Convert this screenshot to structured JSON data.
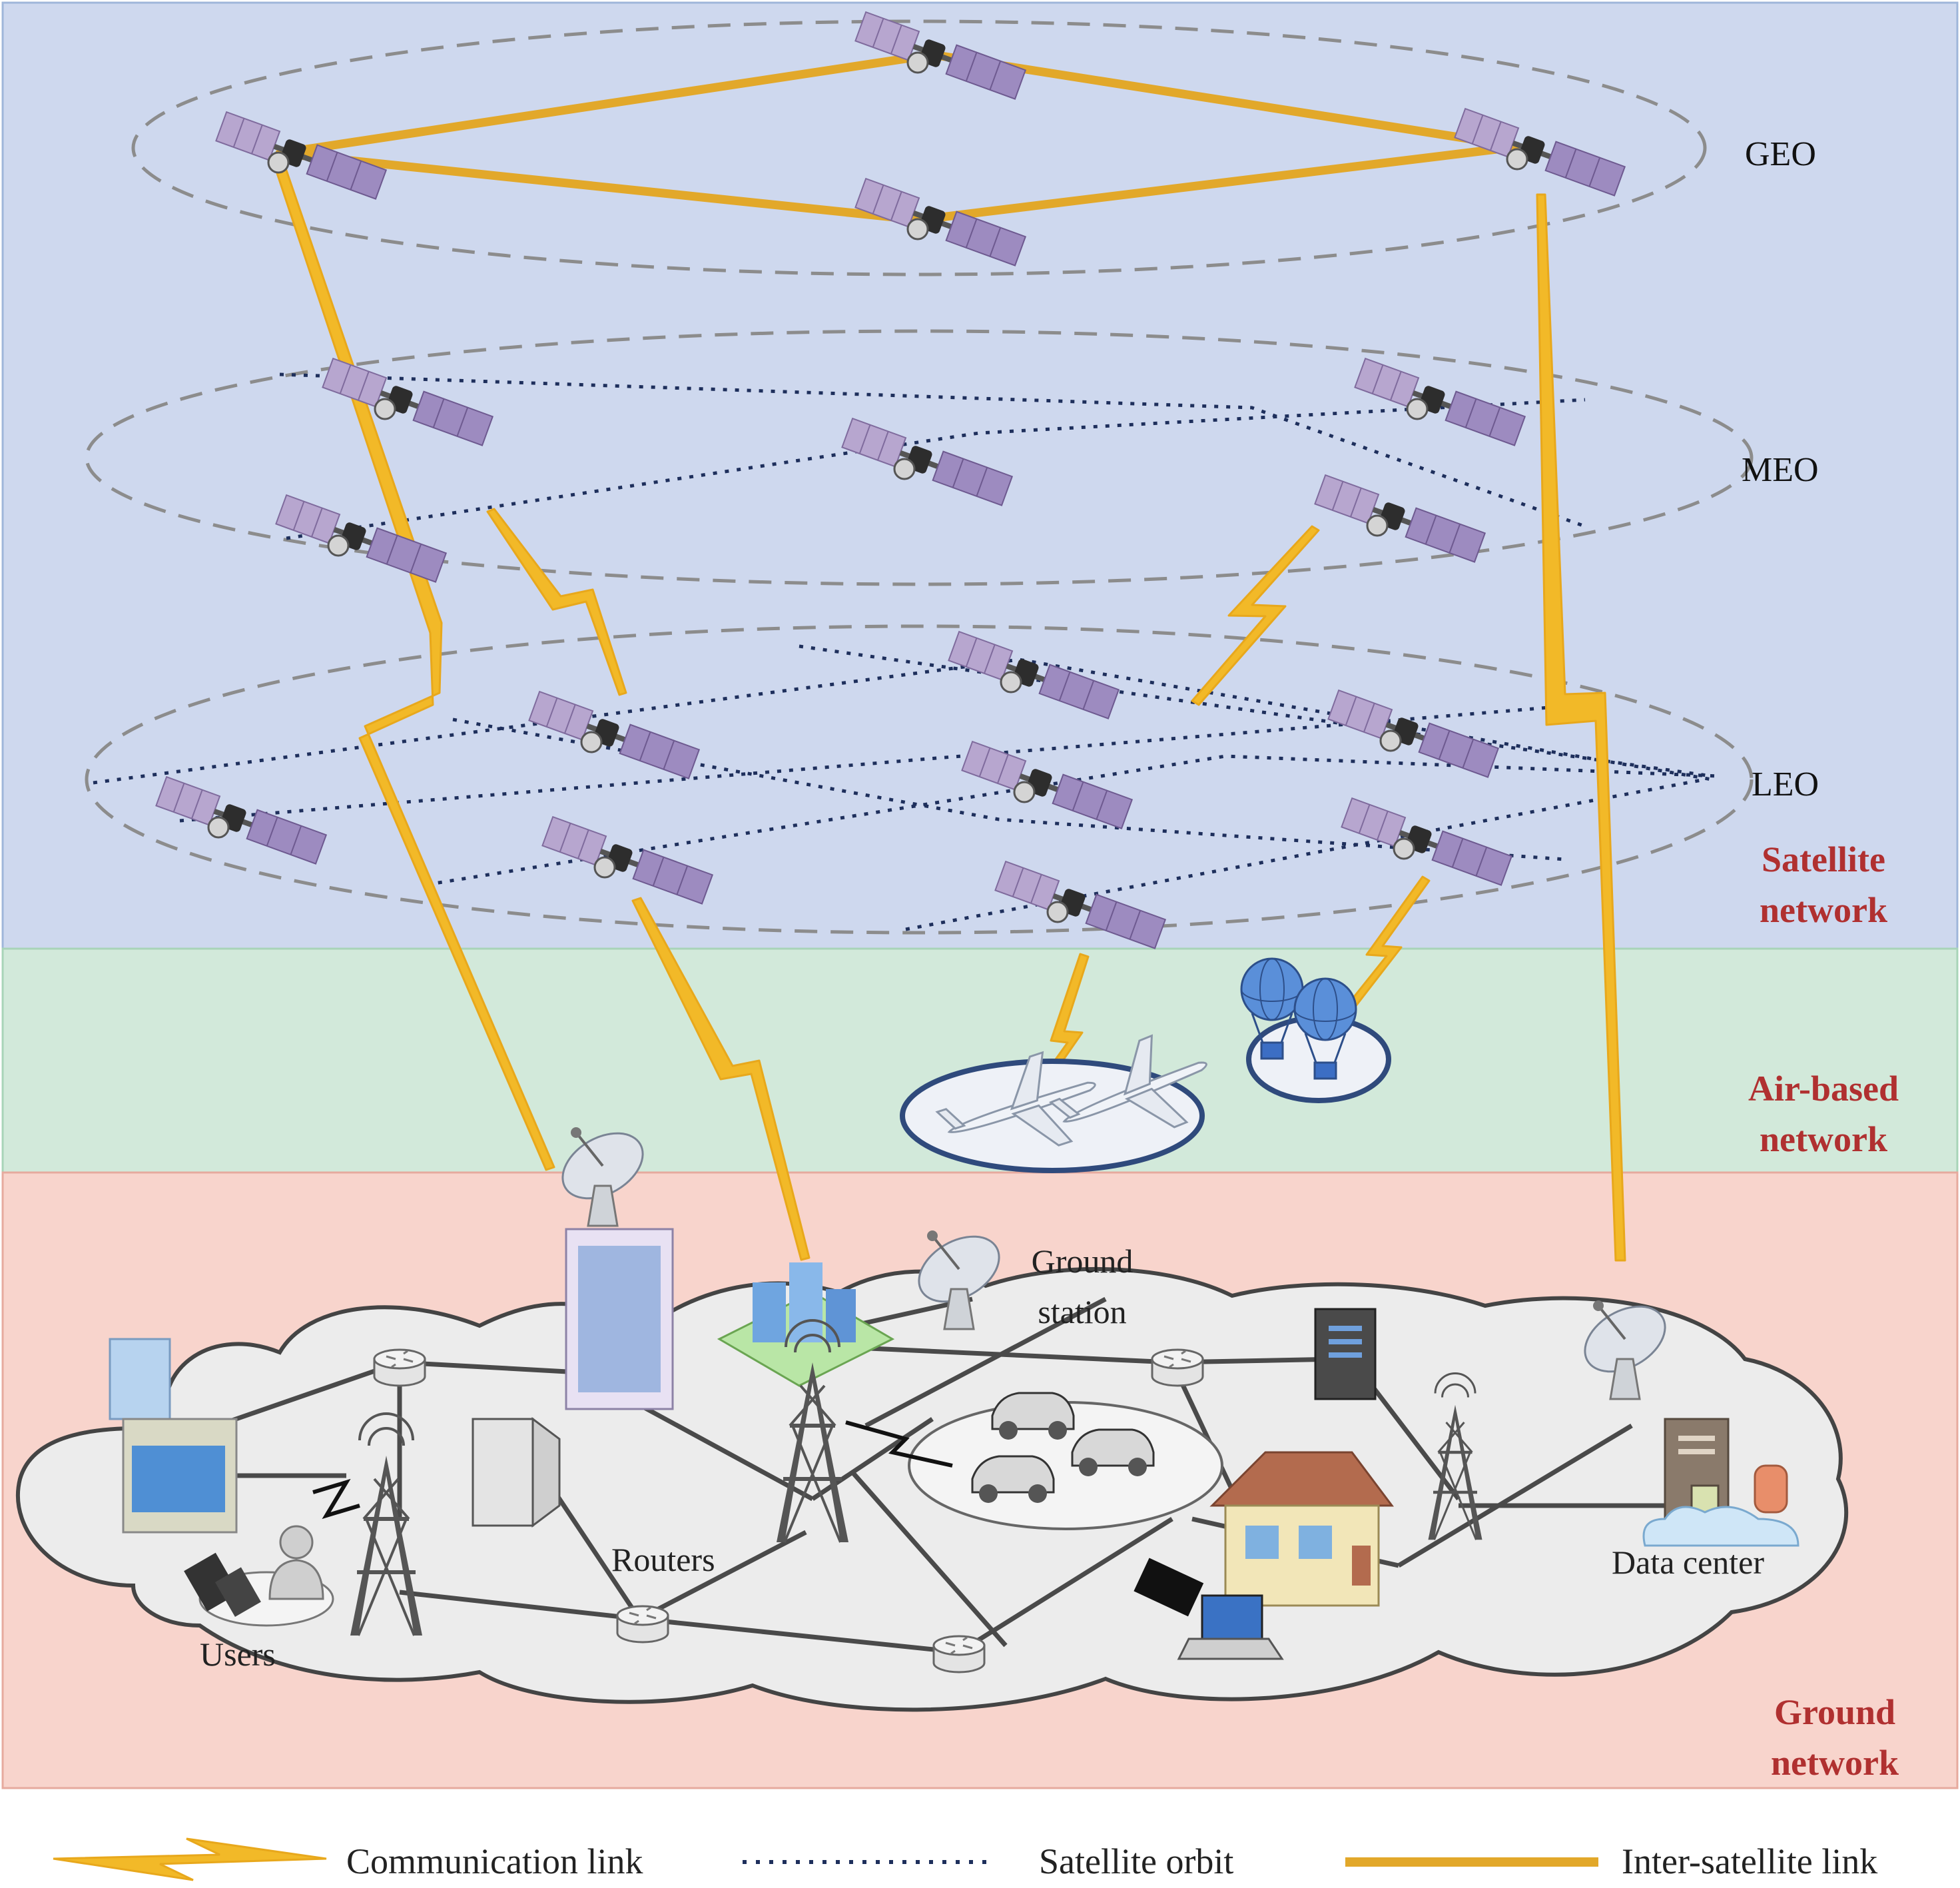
{
  "layers": {
    "satellite": "Satellite network",
    "air": "Air-based network",
    "ground": "Ground network"
  },
  "orbits": {
    "geo": "GEO",
    "meo": "MEO",
    "leo": "LEO"
  },
  "nodes": {
    "ground_station": "Ground station",
    "routers": "Routers",
    "users": "Users",
    "data_center": "Data center"
  },
  "legend": {
    "communication_link": "Communication link",
    "satellite_orbit": "Satellite orbit",
    "inter_satellite_link": "Inter-satellite link"
  },
  "colors": {
    "satellite_zone": "#ced8ee",
    "air_zone": "#d2e9da",
    "ground_zone": "#f8d4cc",
    "link": "#f2b928",
    "inter_satellite": "#e2a82a",
    "orbit_dots": "#1e2f5c",
    "label_red": "#b03030"
  }
}
